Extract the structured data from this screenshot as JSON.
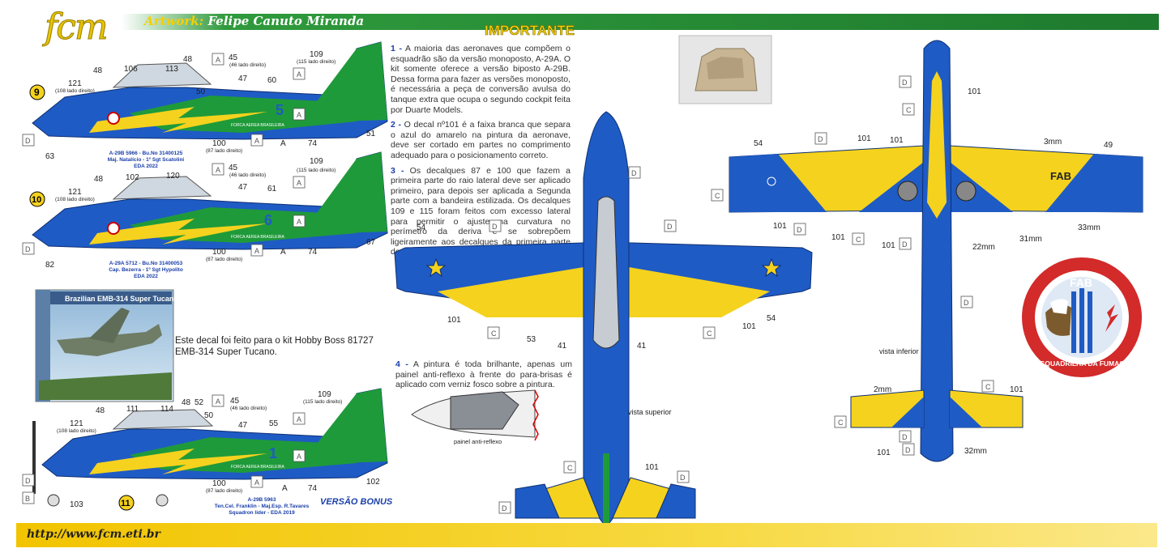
{
  "header": {
    "logo": "fcm",
    "artwork_label": "Artwork:",
    "artwork_name": "Felipe Canuto Miranda",
    "importante": "IMPORTANTE"
  },
  "colors": {
    "blue": "#1f5bc4",
    "yellow": "#f5d21e",
    "green": "#1f9a3a",
    "header_green": "#1e7a2e",
    "footer_yellow": "#f2c400"
  },
  "notes": [
    {
      "num": "1 -",
      "text": "A maioria das aeronaves que compõem o esquadrão são da versão monoposto, A-29A.  O kit somente oferece a versão biposto A-29B.  Dessa forma para fazer as versões monoposto, é necessária a peça de conversão avulsa do tanque extra que ocupa o segundo cockpit feita por Duarte Models."
    },
    {
      "num": "2 -",
      "text": "O decal nº101 é a faixa branca que separa o azul do amarelo na pintura da aeronave, deve ser cortado em partes no comprimento adequado para o posicionamento correto."
    },
    {
      "num": "3 -",
      "text": "Os decalques 87 e 100 que fazem a primeira parte do raio lateral deve ser aplicado primeiro, para depois ser aplicada a Segunda parte com a bandeira estilizada.  Os decalques 109 e 115 foram feitos com excesso lateral para permitir o ajuste na curvatura no perímetro da deriva e se sobrepõem ligeiramente aos decalques  da primeira parte do raio (87 e 100)"
    },
    {
      "num": "4 -",
      "text": "A pintura é toda brilhante, apenas um painel anti-reflexo à frente do para-brisas é aplicado com verniz fosco sobre a pintura."
    }
  ],
  "kit": {
    "box_title": "Brazilian EMB-314 Super Tucano",
    "line1": "Este decal foi feito para o kit Hobby Boss 81727",
    "line2": "EMB-314 Super Tucano."
  },
  "aircraft": [
    {
      "badge": "9",
      "number": "5",
      "caption": [
        "A-29B 5966 - Bu.No 31400125",
        "Maj. Natalício - 1º Sgt Scatolini",
        "EDA 2022"
      ]
    },
    {
      "badge": "10",
      "number": "6",
      "caption": [
        "A-29A 5712 - Bu.No 31400053",
        "Cap. Bezerra - 1º Sgt Hypolito",
        "EDA 2022"
      ]
    },
    {
      "badge": "11",
      "number": "1",
      "caption": [
        "A-29B 5963",
        "Ten.Cel. Franklin - Maj.Esp. R.Tavares",
        "Squadron lider - EDA 2019"
      ]
    }
  ],
  "fuselage_text": "FORCA AEREA BRASILEIRA",
  "labels": {
    "l109": "109",
    "l115": "(115 lado direito)",
    "l45": "45",
    "l46": "(46 lado direito)",
    "l48": "48",
    "l106": "106",
    "l113": "113",
    "l50": "50",
    "l47": "47",
    "l60": "60",
    "l121": "121",
    "l108": "(108 lado direito)",
    "l63": "63",
    "l100": "100",
    "l87": "(87 lado direito)",
    "l74": "74",
    "l51": "51",
    "l102": "102",
    "l120": "120",
    "l61": "61",
    "l82": "82",
    "l67": "67",
    "l111": "111",
    "l114": "114",
    "l52": "52",
    "l55": "55",
    "l103": "103",
    "l54": "54",
    "l101": "101",
    "l53": "53",
    "l41": "41",
    "l49": "49",
    "l3mm": "3mm",
    "l22mm": "22mm",
    "l31mm": "31mm",
    "l33mm": "33mm",
    "l32mm": "32mm",
    "l2mm": "2mm",
    "fab": "FAB",
    "A": "A",
    "B": "B",
    "C": "C",
    "D": "D"
  },
  "views": {
    "anti_reflex": "painel anti-reflexo",
    "superior": "vista superior",
    "inferior": "vista inferior"
  },
  "emblem": {
    "top": "FAB",
    "bottom": "ESQUADRILHA DA FUMAÇA"
  },
  "bonus": "VERSÃO BONUS",
  "footer": {
    "url": "http://www.fcm.eti.br"
  }
}
